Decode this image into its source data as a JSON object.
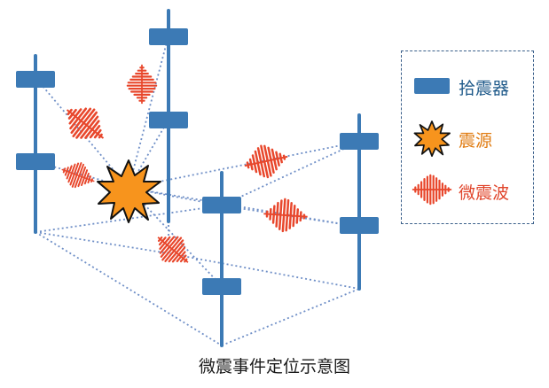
{
  "caption": "微震事件定位示意图",
  "legend": {
    "items": [
      {
        "label": "拾震器",
        "icon": "geophone-icon"
      },
      {
        "label": "震源",
        "icon": "source-burst-icon"
      },
      {
        "label": "微震波",
        "icon": "wave-icon"
      }
    ]
  },
  "colors": {
    "geophone": "#3c7ab5",
    "dotted": "#6f8fc7",
    "wave": "#e8472c",
    "burst": "#f7941d",
    "legend_border": "#3a5f8a"
  }
}
